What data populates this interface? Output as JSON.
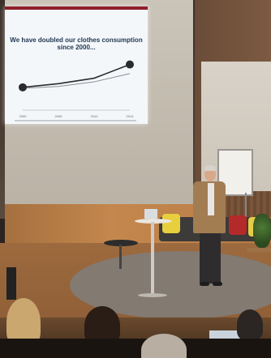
{
  "slide": {
    "title_line1": "We have doubled our clothes consumption",
    "title_line2": "since 2000..."
  },
  "chart_data": {
    "type": "line",
    "x": [
      "2000",
      "2005",
      "2010",
      "2014"
    ],
    "series": [
      {
        "values": [
          50,
          58,
          70,
          100
        ]
      },
      {
        "values": [
          48,
          52,
          62,
          80
        ]
      }
    ]
  },
  "colors": {
    "slide_accent": "#8f1f2a",
    "line_dark": "#2b2b2b",
    "line_grey": "#8a8f96",
    "pillow_yellow": "#e8cf3d",
    "pillow_red": "#b42a2a"
  }
}
